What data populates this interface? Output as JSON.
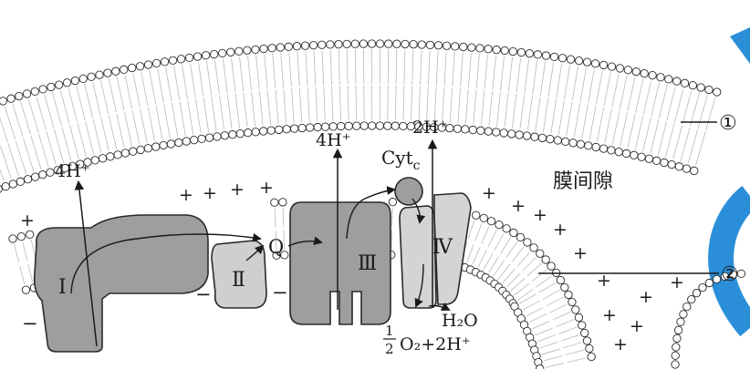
{
  "labels": {
    "outer_membrane_marker": "①",
    "inner_membrane_marker": "②",
    "intermembrane_space": "膜间隙",
    "complex_1": "Ⅰ",
    "complex_2": "Ⅱ",
    "complex_3": "Ⅲ",
    "complex_4": "Ⅳ",
    "ubiquinone": "Q",
    "cytochrome_c": "Cyt",
    "cytochrome_c_sub": "c",
    "proton_pump_1": "4H⁺",
    "proton_pump_3": "4H⁺",
    "proton_pump_4": "2H⁺",
    "water": "H₂O",
    "oxygen_fraction_num": "1",
    "oxygen_fraction_den": "2",
    "oxygen_rest": "O₂+2H⁺"
  },
  "charges": {
    "positive": "+",
    "negative": "−"
  },
  "colors": {
    "protein_fill": "#9e9e9e",
    "protein_light_fill": "#d4d4d4",
    "lipid_head": "#ffffff",
    "outline": "#2a2a2a",
    "watermark": "#2a8fd8"
  }
}
